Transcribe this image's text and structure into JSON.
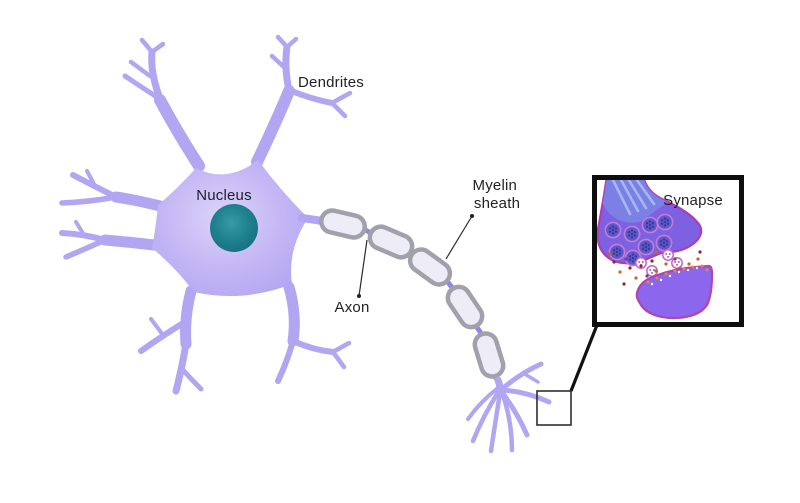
{
  "diagram": {
    "labels": {
      "dendrites": "Dendrites",
      "nucleus": "Nucleus",
      "axon": "Axon",
      "myelin_line1": "Myelin",
      "myelin_line2": "sheath",
      "synapse": "Synapse"
    },
    "colors": {
      "background": "#ffffff",
      "neuron_purple": "#b2a5f1",
      "soma_highlight": "#dcd4f9",
      "nucleus_teal": "#1f828f",
      "myelin_fill": "#edecf7",
      "myelin_border": "#a1a1ac",
      "node_purple": "#8d86ee",
      "synapse_terminal_purple": "#7e60e3",
      "synapse_outline_magenta": "#ad3dae",
      "synapse_postsynaptic_purple": "#8a67ec",
      "vesicle_blue": "#6157cc",
      "neurotransmitter_maroon": "#8a2a20",
      "neurotransmitter_orange": "#c2662a",
      "inset_border_black": "#0e0e0e",
      "label_text": "#1f1f28"
    }
  }
}
